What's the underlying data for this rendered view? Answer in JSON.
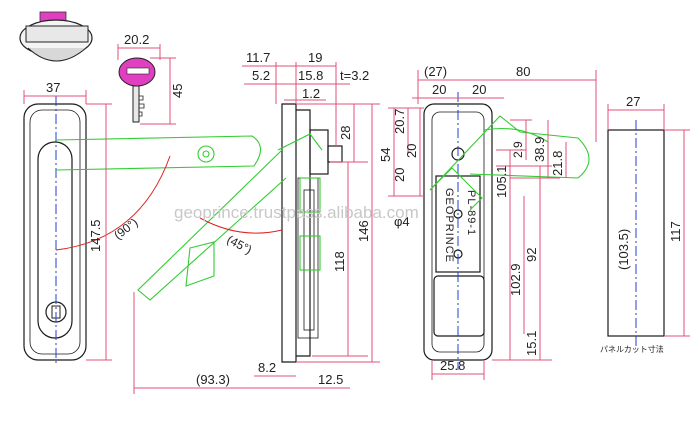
{
  "dimensions": {
    "d_37": "37",
    "d_147_5": "147.5",
    "d_90deg": "(90°)",
    "d_20_2": "20.2",
    "d_45": "45",
    "d_11_7": "11.7",
    "d_19": "19",
    "d_5_2": "5.2",
    "d_15_8": "15.8",
    "d_t3_2": "t=3.2",
    "d_1_2": "1.2",
    "d_28": "28",
    "d_146": "146",
    "d_118": "118",
    "d_45deg": "(45°)",
    "d_93_3": "(93.3)",
    "d_8_2": "8.2",
    "d_12_5": "12.5",
    "d_27p": "(27)",
    "d_80": "80",
    "d_20a": "20",
    "d_20b": "20",
    "d_20_7": "20.7",
    "d_54": "54",
    "d_20c": "20",
    "d_20d": "20",
    "d_phi4": "φ4",
    "d_38_9": "38.9",
    "d_2_9": "2.9",
    "d_21_8": "21.8",
    "d_105_1": "105.1",
    "d_102_9": "102.9",
    "d_92": "92",
    "d_15_1": "15.1",
    "d_25_8": "25.8",
    "d_27": "27",
    "d_103_5": "(103.5)",
    "d_117": "117"
  },
  "labels": {
    "brand": "GEOPRINCE",
    "model": "PL-89-1",
    "panel_cutout": "パネルカット寸法",
    "watermark": "geoprince.trustpass.alibaba.com"
  },
  "colors": {
    "dimension_lines": "#e0507a",
    "outline": "#1a1a1a",
    "motion_path": "#33cc33",
    "center_line": "#2040d0",
    "angle_arc": "#e02020",
    "key_bow": "#e040c0"
  }
}
